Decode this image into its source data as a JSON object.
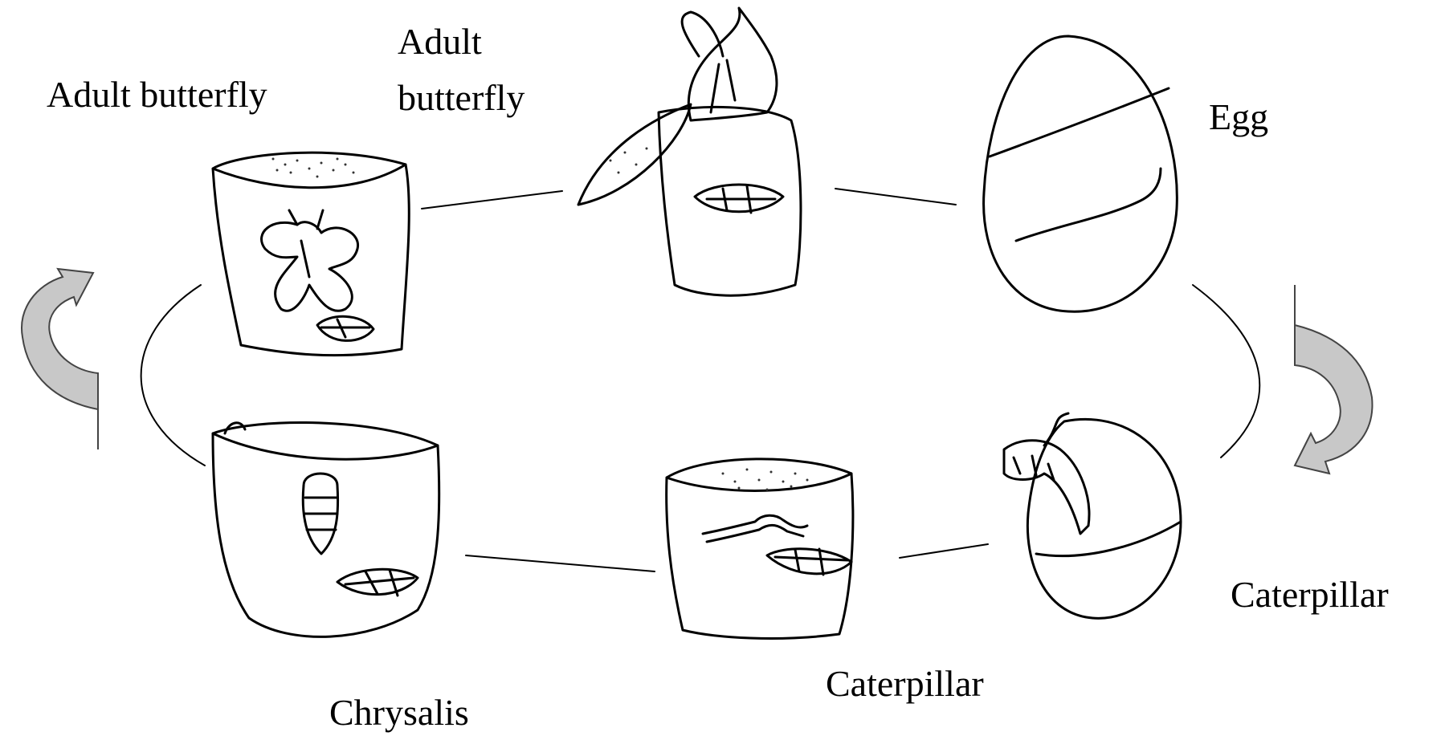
{
  "labels": {
    "adult_butterfly_left": "Adult butterfly",
    "adult_butterfly_top_line1": "Adult",
    "adult_butterfly_top_line2": "butterfly",
    "egg": "Egg",
    "caterpillar_right": "Caterpillar",
    "caterpillar_bottom": "Caterpillar",
    "chrysalis": "Chrysalis"
  },
  "arrow_fill": "#c8c8c8"
}
